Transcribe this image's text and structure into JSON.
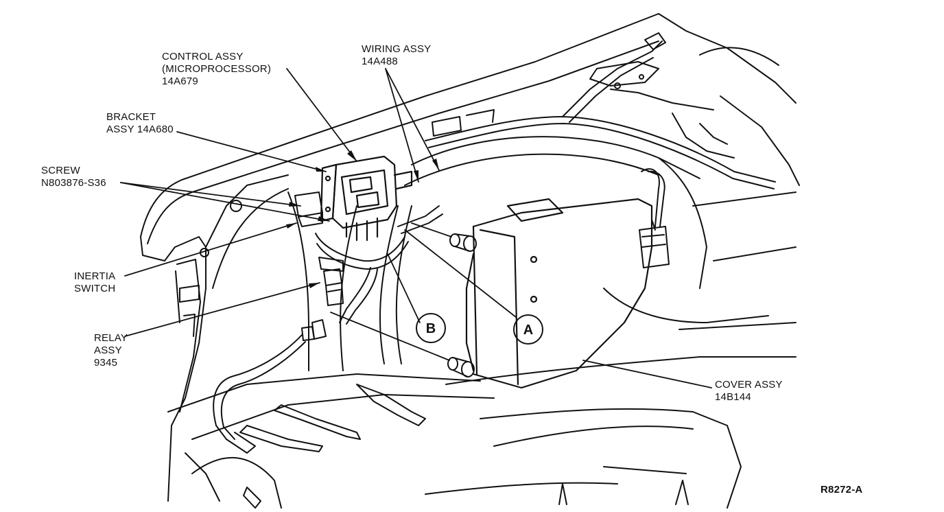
{
  "labels": {
    "control_assy": [
      "CONTROL ASSY",
      "(MICROPROCESSOR)",
      "14A679"
    ],
    "wiring_assy": [
      "WIRING ASSY",
      "14A488"
    ],
    "bracket_assy": [
      "BRACKET",
      "ASSY 14A680"
    ],
    "screw": [
      "SCREW",
      "N803876-S36"
    ],
    "inertia_switch": [
      "INERTIA",
      "SWITCH"
    ],
    "relay_assy": [
      "RELAY",
      "ASSY",
      "9345"
    ],
    "cover_assy": [
      "COVER ASSY",
      "14B144"
    ]
  },
  "callouts": {
    "a": "A",
    "b": "B"
  },
  "figure_id": "R8272-A"
}
